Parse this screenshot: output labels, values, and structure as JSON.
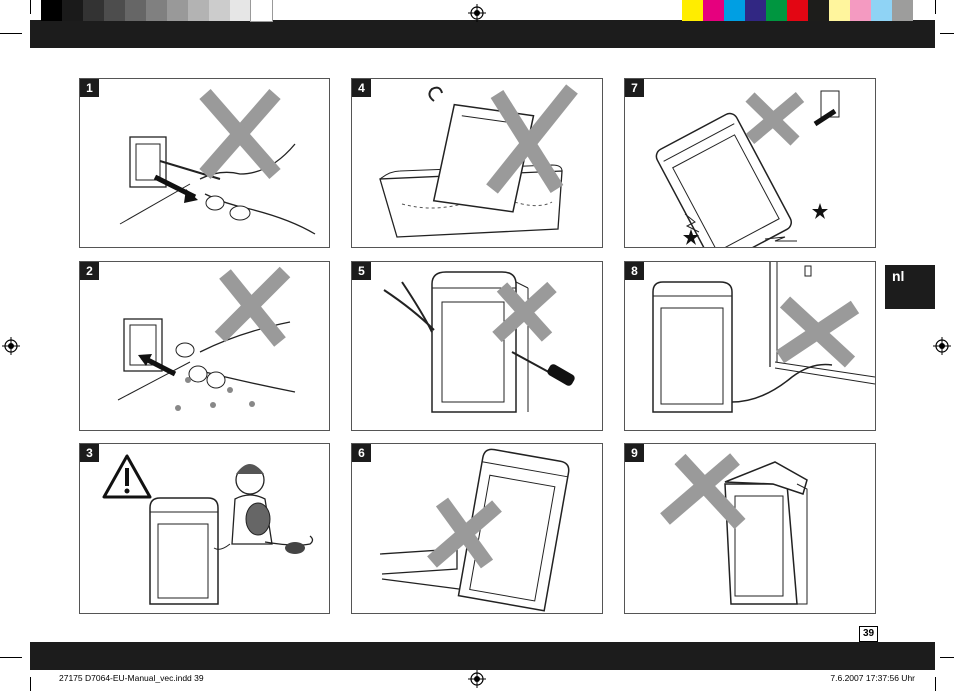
{
  "page": {
    "number": "39",
    "language_tab": "nl"
  },
  "panels": [
    {
      "number": "1",
      "prohibited": true
    },
    {
      "number": "4",
      "prohibited": true
    },
    {
      "number": "7",
      "prohibited": true
    },
    {
      "number": "2",
      "prohibited": true
    },
    {
      "number": "5",
      "prohibited": true
    },
    {
      "number": "8",
      "prohibited": true
    },
    {
      "number": "3",
      "prohibited": false
    },
    {
      "number": "6",
      "prohibited": true
    },
    {
      "number": "9",
      "prohibited": true
    }
  ],
  "footer": {
    "file": "27175 D7064-EU-Manual_vec.indd   39",
    "datetime": "7.6.2007   17:37:56 Uhr"
  },
  "colors": {
    "bar": "#1c1c1c",
    "cross": "#9a9a9a",
    "gray_swatches": [
      "#000000",
      "#1a1a1a",
      "#333333",
      "#4d4d4d",
      "#666666",
      "#808080",
      "#999999",
      "#b3b3b3",
      "#cccccc",
      "#e6e6e6",
      "#ffffff"
    ],
    "color_swatches": [
      "#ffed00",
      "#e6007e",
      "#009fe3",
      "#312783",
      "#009640",
      "#e30613",
      "#1d1d1b",
      "#fff59d",
      "#f49ac1",
      "#8fd3f5",
      "#9d9d9c"
    ]
  }
}
